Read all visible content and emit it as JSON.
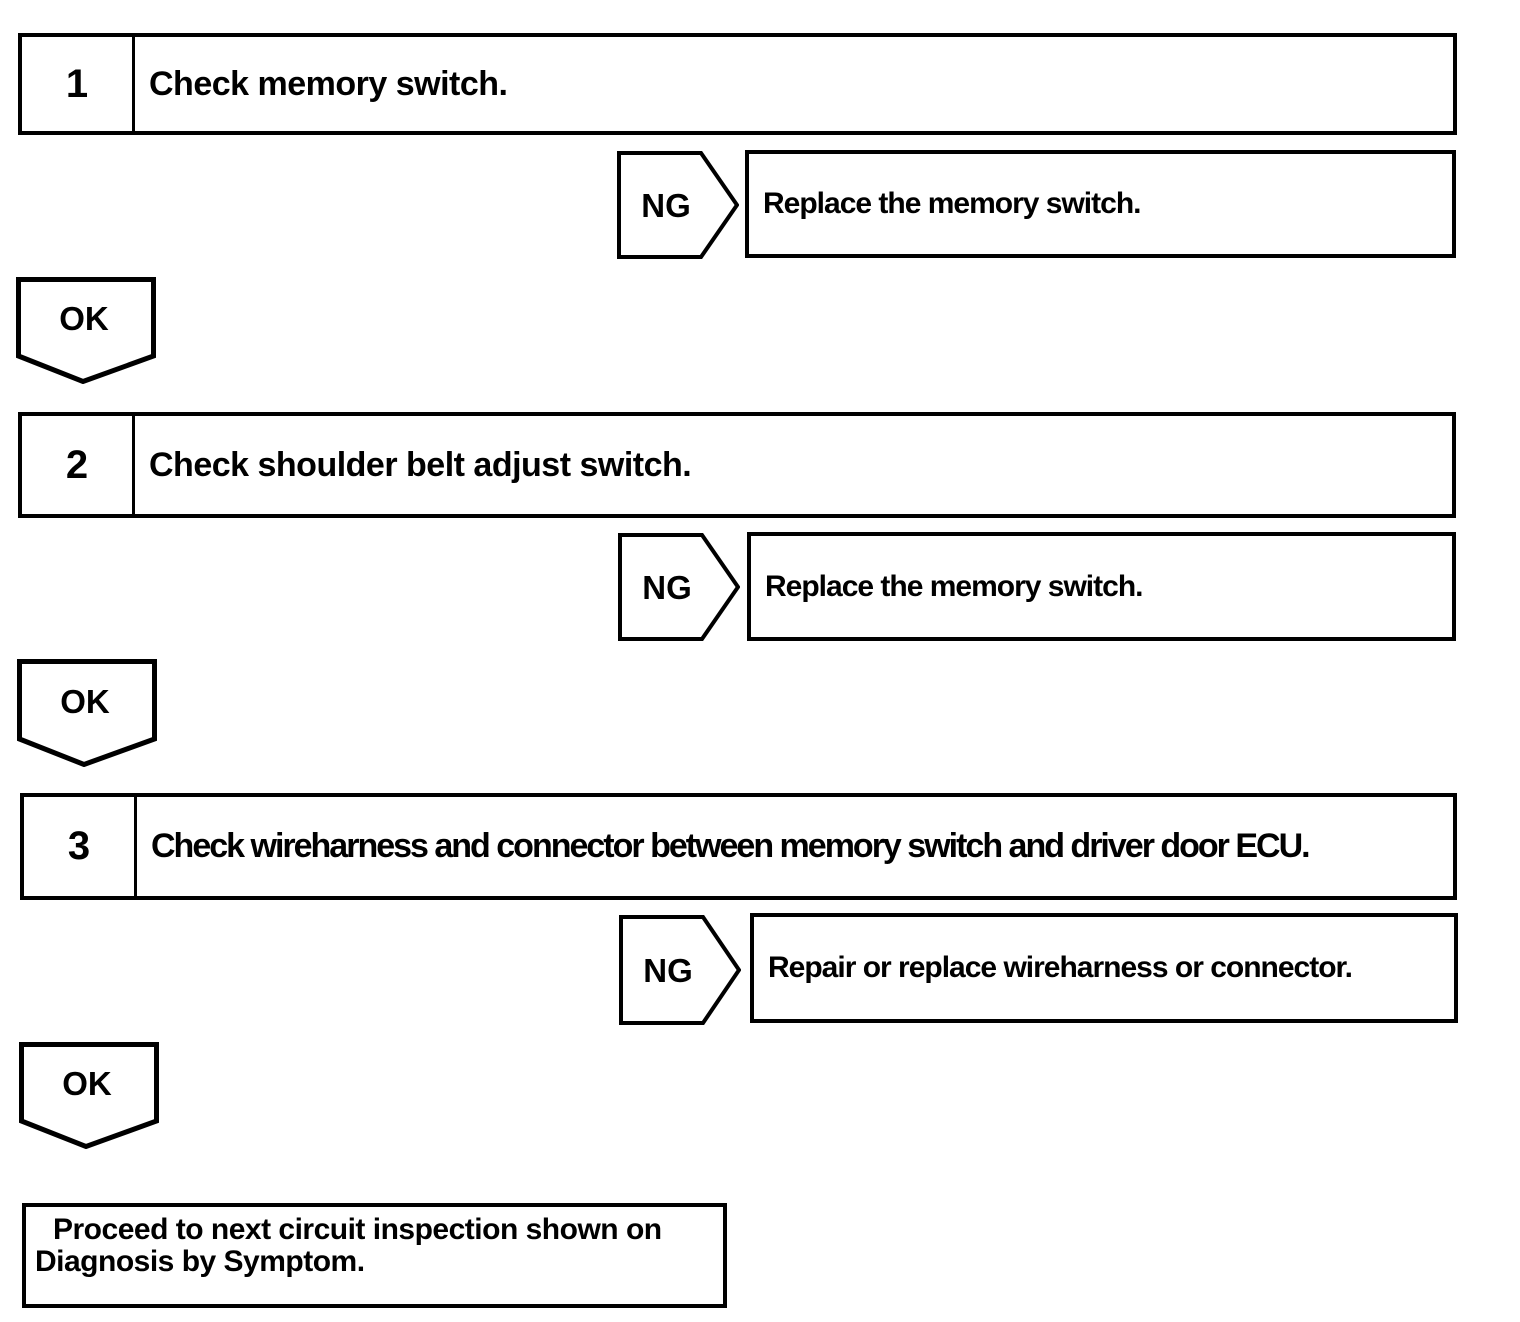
{
  "colors": {
    "line": "#000000",
    "background": "#ffffff"
  },
  "steps": [
    {
      "number": "1",
      "instruction": "Check memory switch.",
      "ng_label": "NG",
      "ng_result": "Replace the memory switch.",
      "ok_label": "OK"
    },
    {
      "number": "2",
      "instruction": "Check shoulder belt adjust switch.",
      "ng_label": "NG",
      "ng_result": "Replace the memory switch.",
      "ok_label": "OK"
    },
    {
      "number": "3",
      "instruction": "Check wireharness and connector between memory switch and driver door ECU.",
      "ng_label": "NG",
      "ng_result": "Repair or replace wireharness or connector.",
      "ok_label": "OK"
    }
  ],
  "final_step": {
    "text_line1": "Proceed to next circuit inspection shown on",
    "text_line2": "Diagnosis by Symptom."
  }
}
